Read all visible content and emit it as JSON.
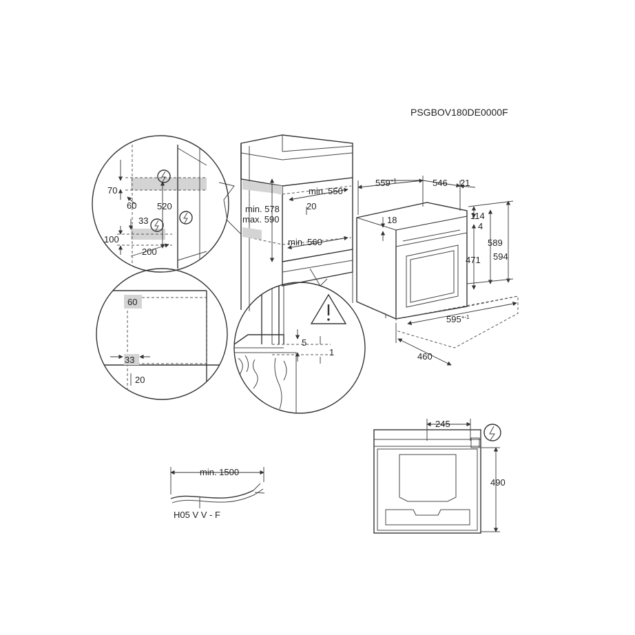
{
  "model_code": "PSGBOV180DE0000F",
  "niche": {
    "min_height": "min. 578",
    "max_height": "max. 590",
    "min_depth": "min. 550",
    "gap_top": "20",
    "min_width": "min. 560"
  },
  "oven": {
    "depth_total": "559",
    "depth_total_note": "+1",
    "depth_body": "546",
    "front_thickness": "21",
    "front_offset": "18",
    "top_offset": "114",
    "top_gap": "4",
    "height_front": "589",
    "height_total": "594",
    "height_door": "471",
    "width": "595",
    "width_note": "+-1",
    "depth_bottom": "460"
  },
  "detail_top": {
    "label_70": "70",
    "label_60": "60",
    "label_520": "520",
    "label_33": "33",
    "label_100": "100",
    "label_200": "200"
  },
  "detail_bottom": {
    "label_60": "60",
    "label_33": "33",
    "label_20": "20"
  },
  "detail_install": {
    "label_5": "5",
    "label_1": "1"
  },
  "cable": {
    "length": "min. 1500",
    "type": "H05 V V - F"
  },
  "back": {
    "width": "245",
    "height": "490"
  },
  "icons": {
    "electric": "electric-supply-icon",
    "warning": "warning-triangle-icon"
  }
}
